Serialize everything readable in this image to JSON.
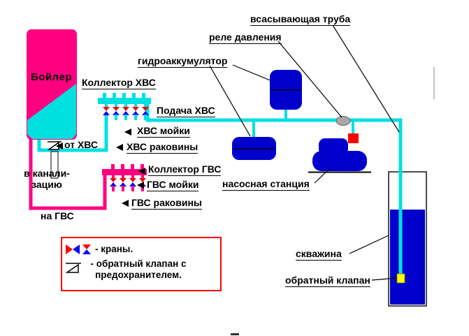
{
  "diagram": {
    "title_hint": "household water supply scheme",
    "labels": {
      "boiler": "Бойлер",
      "suction_pipe": "всасывающая труба",
      "pressure_relay": "реле давления",
      "hydroaccumulator": "гидроаккумулятор",
      "cold_collector": "Коллектор ХВС",
      "cold_supply": "Подача ХВС",
      "cold_sinks": "ХВС мойки",
      "cold_basins": "ХВС раковины",
      "from_cold": "от ХВС",
      "to_sewer": "в канали-\nзацию",
      "to_hot": "на ГВС",
      "hot_collector": "Коллектор ГВС",
      "hot_sinks": "ГВС мойки",
      "hot_basins": "ГВС раковины",
      "pump_station": "насосная станция",
      "well": "скважина",
      "check_valve": "обратный клапан"
    },
    "legend": {
      "taps": "- краны.",
      "check_valve_item": "- обратный клапан с предохранителем."
    },
    "colors": {
      "cold_pipe_cyan": "#00E0E0",
      "hot_pipe_magenta": "#FF0080",
      "tank_blue": "#0000CD",
      "valve_red": "#FF0000",
      "valve_blue": "#0000FF",
      "legend_border_red": "#FF0000",
      "check_valve_yellow": "#FFFF00",
      "relay_gray": "#A8A8A8"
    }
  }
}
